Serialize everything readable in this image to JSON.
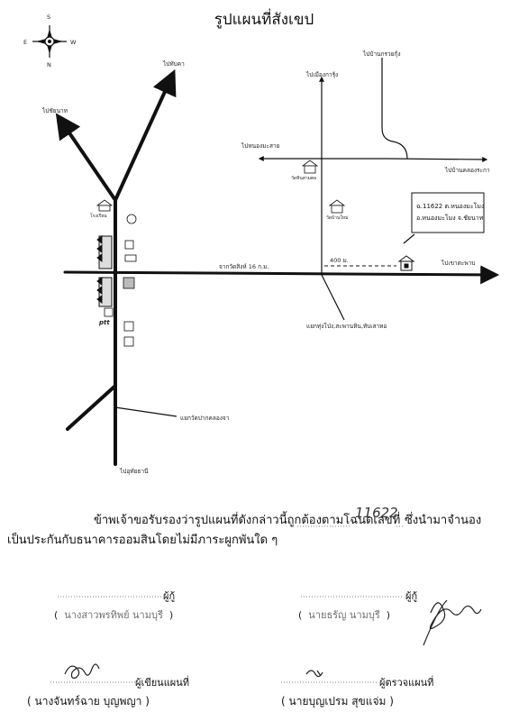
{
  "title": "รูปแผนที่สังเขป",
  "compass": {
    "n": "N",
    "s": "S",
    "e": "E",
    "w": "W"
  },
  "roads": {
    "to_chainat": "ไปชัยนาท",
    "to_nong_khae": "ไปทับคา",
    "to_muang_kan": "ไปเมืองการุ้ง",
    "to_ban_kruai": "ไปบ้านกรวยกุ้ง",
    "to_nong_ma": "ไปหนองมะสาย",
    "to_ban_khlong": "ไปบ้านคลองระกา",
    "from_wat": "จากวัดสิงห์ 16 ก.ม.",
    "to_khao": "ไปเขาตะพาบ",
    "junction": "แยกทุ่งโป่ง,สะพานหิน,ทับเสาหอ",
    "canal_junction": "แยกวัดปากคลองจา",
    "to_uthai": "ไปอุทัยธานี",
    "distance": "400 ม."
  },
  "landmarks": {
    "temple1": "วัดหินสามตอ",
    "temple2": "วัดบ้านใหม่",
    "ptt": "ptt",
    "school": "โรงเรียน"
  },
  "parcel_box": {
    "line1": "ฉ.11622 ต.หนองมะโมง",
    "line2": "อ.หนองมะโมง จ.ชัยนาท"
  },
  "certification": {
    "part1": "ข้าพเจ้าขอรับรองว่ารูปแผนที่ดังกล่าวนี้ถูกต้องตามโฉนดเลขที่",
    "deed_number": "11622",
    "part2": "ซึ่งนำมาจำนอง",
    "line2": "เป็นประกันกับธนาคารออมสินโดยไม่มีภาระผูกพันใด ๆ"
  },
  "signatures": {
    "borrower1_role": "ผู้กู้",
    "borrower1_name": "นางสาวพรทิพย์ นามบุรี",
    "borrower2_role": "ผู้กู้",
    "borrower2_name": "นายธรัญ นามบุรี",
    "drawer_role": "ผู้เขียนแผนที่",
    "drawer_name": "นางจันทร์ฉาย บุญพญา",
    "inspector_role": "ผู้ตรวจแผนที่",
    "inspector_name": "นายบุญเปรม สุขแจ่ม"
  }
}
